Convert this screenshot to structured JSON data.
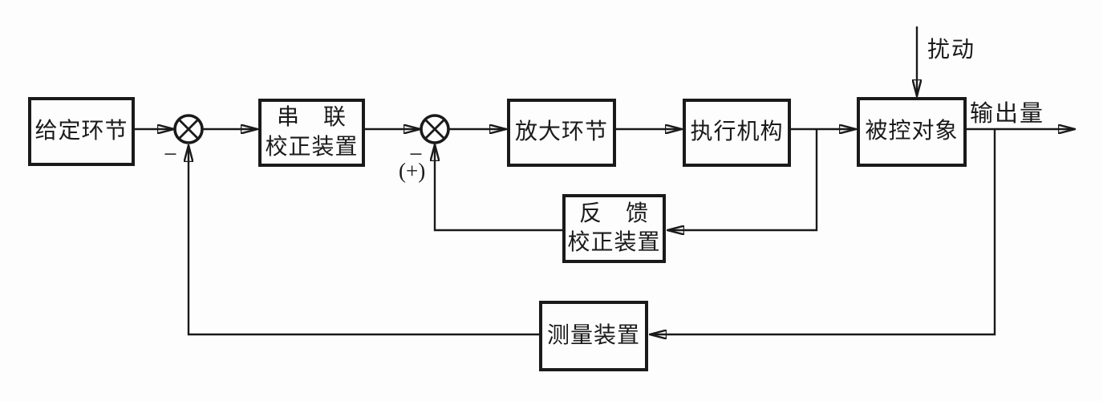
{
  "diagram": {
    "title_hint": "closed-loop control system block diagram",
    "colors": {
      "line": "#1a1a1a",
      "background": "#fdfdfd"
    },
    "blocks": {
      "given": {
        "label": "给定环节"
      },
      "series_comp": {
        "line1": "串　联",
        "line2": "校正装置"
      },
      "amplifier": {
        "label": "放大环节"
      },
      "actuator": {
        "label": "执行机构"
      },
      "plant": {
        "label": "被控对象"
      },
      "feedback_comp": {
        "line1": "反　馈",
        "line2": "校正装置"
      },
      "measurement": {
        "label": "测量装置"
      }
    },
    "labels": {
      "disturbance": "扰动",
      "output": "输出量",
      "sum1_sign": "−",
      "sum2_sign_minus": "−",
      "sum2_sign_plus": "(+)"
    }
  }
}
